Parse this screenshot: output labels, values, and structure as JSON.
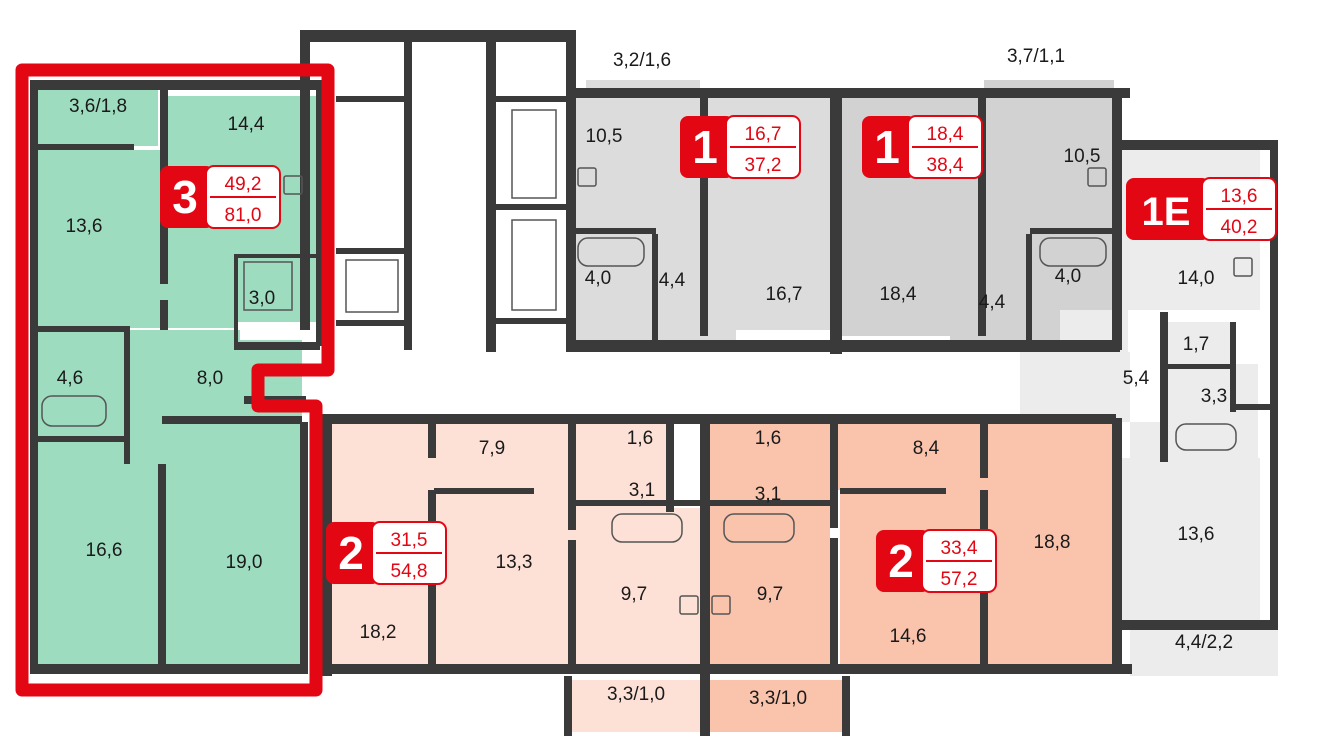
{
  "colors": {
    "highlight": "#e30613",
    "apt3": "#9edcc0",
    "apt1": "#dcdcdc",
    "apt2_left": "#fde1d6",
    "apt2_right": "#f9c3ac",
    "apt1e": "#ececec",
    "corridor": "#ffffff",
    "wall": "#3a3a3a"
  },
  "apartments": [
    {
      "id": "apt3",
      "rooms_count": "3",
      "living_area": "49,2",
      "total_area": "81,0",
      "highlighted": true
    },
    {
      "id": "apt1a",
      "rooms_count": "1",
      "living_area": "16,7",
      "total_area": "37,2",
      "highlighted": false
    },
    {
      "id": "apt1b",
      "rooms_count": "1",
      "living_area": "18,4",
      "total_area": "38,4",
      "highlighted": false
    },
    {
      "id": "apt1e",
      "rooms_count": "1E",
      "living_area": "13,6",
      "total_area": "40,2",
      "highlighted": false
    },
    {
      "id": "apt2a",
      "rooms_count": "2",
      "living_area": "31,5",
      "total_area": "54,8",
      "highlighted": false
    },
    {
      "id": "apt2b",
      "rooms_count": "2",
      "living_area": "33,4",
      "total_area": "57,2",
      "highlighted": false
    }
  ],
  "rooms": [
    "3,6/1,8",
    "14,4",
    "13,6",
    "3,0",
    "4,6",
    "8,0",
    "16,6",
    "19,0",
    "3,2/1,6",
    "10,5",
    "4,0",
    "4,4",
    "16,7",
    "3,7/1,1",
    "18,4",
    "10,5",
    "4,4",
    "4,0",
    "14,0",
    "1,7",
    "5,4",
    "3,3",
    "13,6",
    "4,4/2,2",
    "7,9",
    "1,6",
    "3,1",
    "13,3",
    "18,2",
    "9,7",
    "3,3/1,0",
    "1,6",
    "3,1",
    "9,7",
    "3,3/1,0",
    "8,4",
    "18,8",
    "14,6"
  ]
}
